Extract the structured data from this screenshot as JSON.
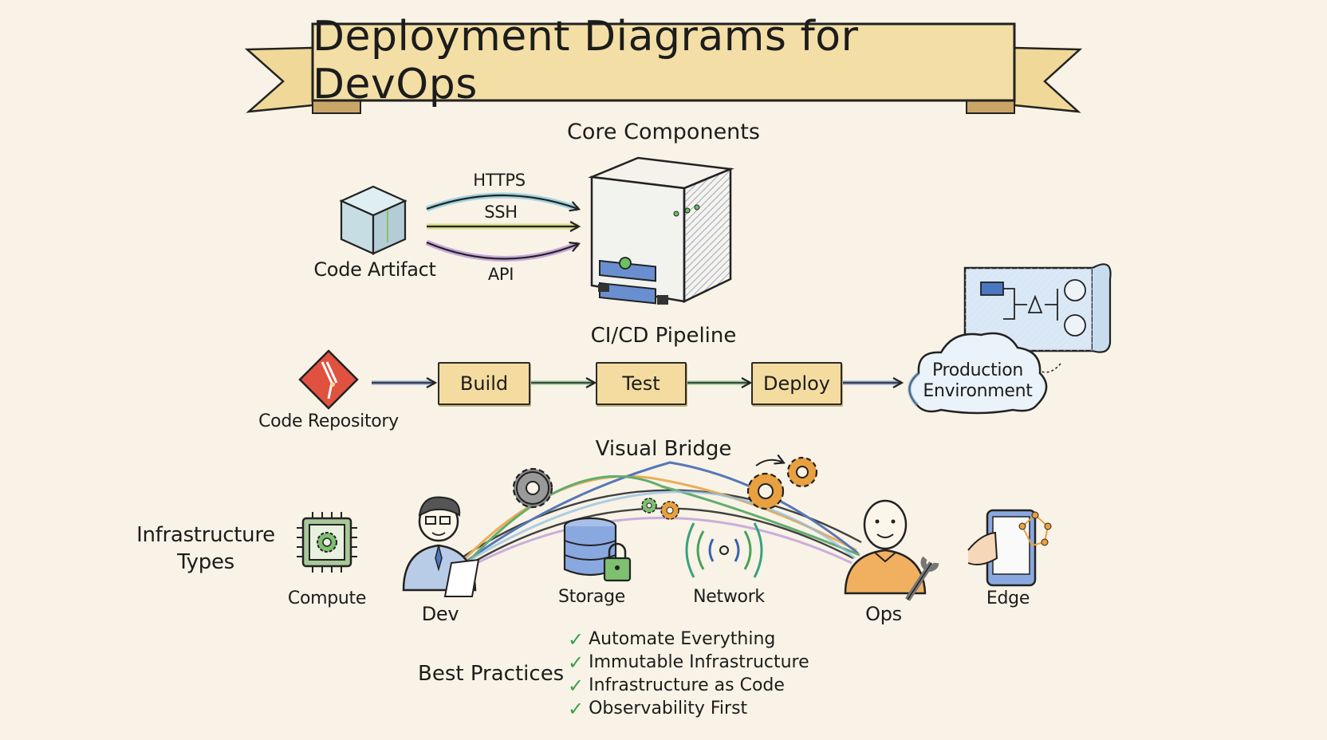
{
  "title": "Deployment Diagrams for DevOps",
  "sections": {
    "core_components": {
      "heading": "Core Components",
      "artifact_label": "Code Artifact",
      "protocols": [
        "HTTPS",
        "SSH",
        "API"
      ],
      "server_icon": "server-icon",
      "artifact_icon": "cube-icon"
    },
    "pipeline": {
      "heading": "CI/CD Pipeline",
      "source_label": "Code Repository",
      "stages": [
        "Build",
        "Test",
        "Deploy"
      ],
      "target_label_line1": "Production",
      "target_label_line2": "Environment"
    },
    "visual_bridge": {
      "heading": "Visual Bridge",
      "left_person": "Dev",
      "right_person": "Ops"
    },
    "infrastructure": {
      "heading_line1": "Infrastructure",
      "heading_line2": "Types",
      "types": [
        "Compute",
        "Storage",
        "Network",
        "Edge"
      ]
    },
    "best_practices": {
      "heading": "Best Practices",
      "items": [
        "Automate Everything",
        "Immutable Infrastructure",
        "Infrastructure as Code",
        "Observability First"
      ]
    }
  },
  "colors": {
    "background": "#f8f3e6",
    "banner": "#f3dfa6",
    "stage_box": "#f4dca0",
    "git_red": "#e0523f",
    "https_arrow": "#5ab8d8",
    "ssh_arrow": "#b8c84a",
    "api_arrow": "#a06ad0",
    "pipeline_blue": "#3a62b0",
    "pipeline_green": "#4aa05a",
    "check_green": "#3aa04a",
    "gear_orange": "#e9a040"
  }
}
